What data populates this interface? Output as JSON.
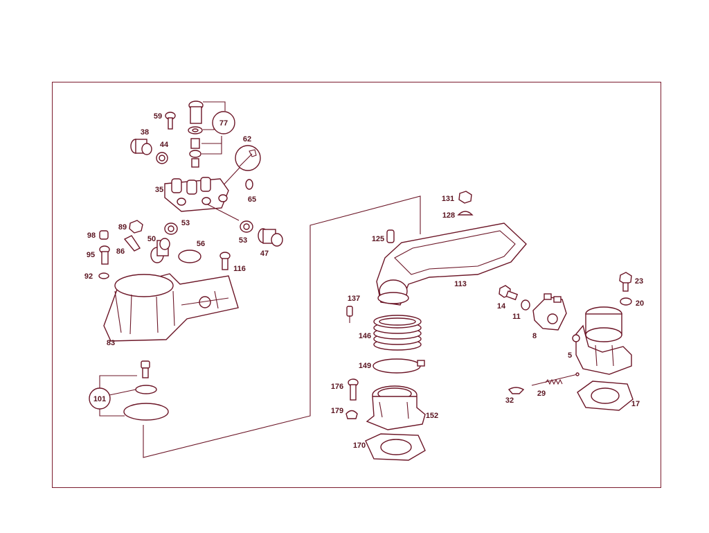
{
  "diagram": {
    "type": "exploded-parts-diagram",
    "colors": {
      "line": "#6b1526",
      "label": "#5a1420",
      "frame": "#7a1a2c"
    },
    "labels": {
      "p59": "59",
      "p77": "77",
      "p38": "38",
      "p44": "44",
      "p62": "62",
      "p35": "35",
      "p65": "65",
      "p53a": "53",
      "p53b": "53",
      "p47": "47",
      "p98": "98",
      "p89": "89",
      "p50": "50",
      "p56": "56",
      "p86": "86",
      "p95": "95",
      "p116": "116",
      "p92": "92",
      "p83": "83",
      "p101": "101",
      "p131": "131",
      "p128": "128",
      "p125": "125",
      "p113": "113",
      "p137": "137",
      "p14": "14",
      "p11": "11",
      "p23": "23",
      "p20": "20",
      "p8": "8",
      "p146": "146",
      "p5": "5",
      "p149": "149",
      "p176": "176",
      "p32": "32",
      "p29": "29",
      "p17": "17",
      "p179": "179",
      "p152": "152",
      "p170": "170"
    }
  }
}
